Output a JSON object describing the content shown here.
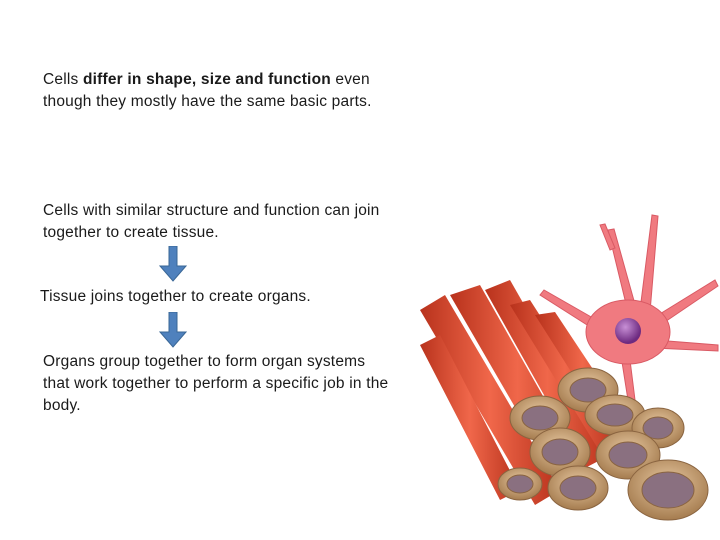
{
  "statements": [
    {
      "pre": "Cells ",
      "bold": "differ in shape, size and function",
      "post": " even though they mostly have the same basic parts."
    },
    {
      "text": "Cells with similar structure and function can join together to create tissue."
    },
    {
      "text": "Tissue joins together to create organs."
    },
    {
      "text": "Organs group together to form organ systems that work together to perform a specific job in the body."
    }
  ],
  "colors": {
    "arrow": "#4f81bd",
    "muscle": "#e2502e",
    "neuron": "#f07a80",
    "nucleus": "#8e3ea0",
    "fat_cell": "#c9a37a"
  },
  "icons": [
    "down-arrow-icon",
    "down-arrow-icon"
  ]
}
